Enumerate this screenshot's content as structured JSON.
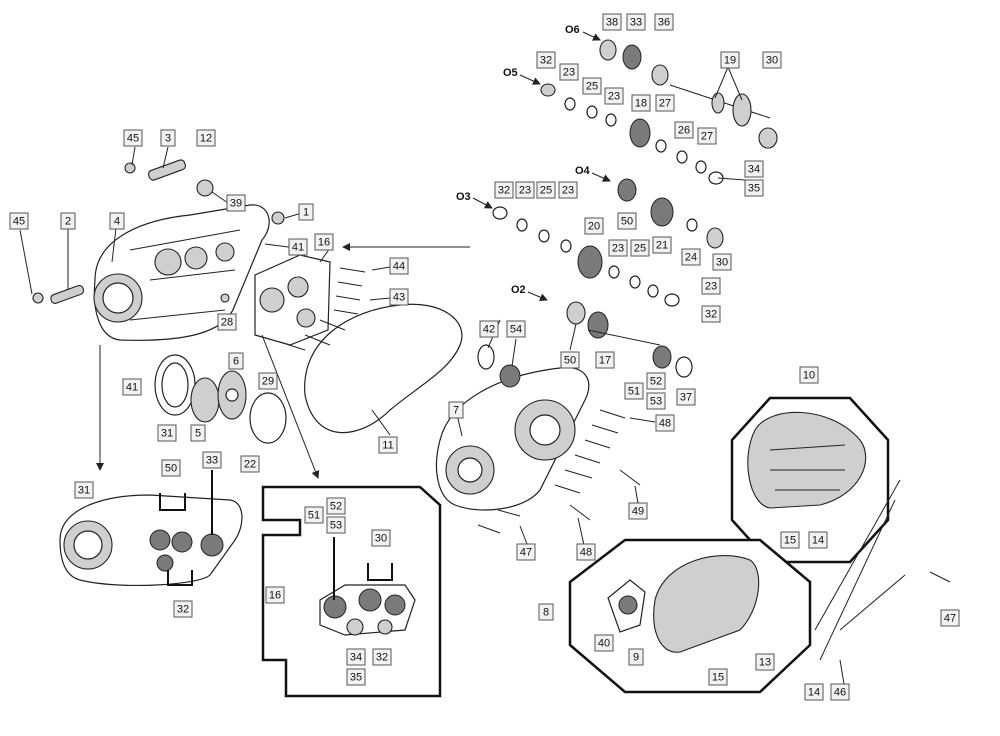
{
  "part_labels": [
    {
      "id": "p38",
      "text": "38"
    },
    {
      "id": "p33a",
      "text": "33"
    },
    {
      "id": "p36",
      "text": "36"
    },
    {
      "id": "p32a",
      "text": "32"
    },
    {
      "id": "p23a",
      "text": "23"
    },
    {
      "id": "p25a",
      "text": "25"
    },
    {
      "id": "p23b",
      "text": "23"
    },
    {
      "id": "p19",
      "text": "19"
    },
    {
      "id": "p30a",
      "text": "30"
    },
    {
      "id": "p18",
      "text": "18"
    },
    {
      "id": "p27a",
      "text": "27"
    },
    {
      "id": "p26",
      "text": "26"
    },
    {
      "id": "p27b",
      "text": "27"
    },
    {
      "id": "p34a",
      "text": "34"
    },
    {
      "id": "p35a",
      "text": "35"
    },
    {
      "id": "p45a",
      "text": "45"
    },
    {
      "id": "p3",
      "text": "3"
    },
    {
      "id": "p12",
      "text": "12"
    },
    {
      "id": "p39",
      "text": "39"
    },
    {
      "id": "p1",
      "text": "1"
    },
    {
      "id": "p45b",
      "text": "45"
    },
    {
      "id": "p2",
      "text": "2"
    },
    {
      "id": "p4",
      "text": "4"
    },
    {
      "id": "p41a",
      "text": "41"
    },
    {
      "id": "p16a",
      "text": "16"
    },
    {
      "id": "p44",
      "text": "44"
    },
    {
      "id": "p43",
      "text": "43"
    },
    {
      "id": "p28",
      "text": "28"
    },
    {
      "id": "p32b",
      "text": "32"
    },
    {
      "id": "p23c",
      "text": "23"
    },
    {
      "id": "p25b",
      "text": "25"
    },
    {
      "id": "p23d",
      "text": "23"
    },
    {
      "id": "p50a",
      "text": "50"
    },
    {
      "id": "p21",
      "text": "21"
    },
    {
      "id": "p20",
      "text": "20"
    },
    {
      "id": "p23e",
      "text": "23"
    },
    {
      "id": "p25c",
      "text": "25"
    },
    {
      "id": "p24",
      "text": "24"
    },
    {
      "id": "p30b",
      "text": "30"
    },
    {
      "id": "p23f",
      "text": "23"
    },
    {
      "id": "p32c",
      "text": "32"
    },
    {
      "id": "p42",
      "text": "42"
    },
    {
      "id": "p54",
      "text": "54"
    },
    {
      "id": "p50b",
      "text": "50"
    },
    {
      "id": "p17",
      "text": "17"
    },
    {
      "id": "p51a",
      "text": "51"
    },
    {
      "id": "p52a",
      "text": "52"
    },
    {
      "id": "p53a",
      "text": "53"
    },
    {
      "id": "p37",
      "text": "37"
    },
    {
      "id": "p41b",
      "text": "41"
    },
    {
      "id": "p6",
      "text": "6"
    },
    {
      "id": "p29",
      "text": "29"
    },
    {
      "id": "p31a",
      "text": "31"
    },
    {
      "id": "p5",
      "text": "5"
    },
    {
      "id": "p22",
      "text": "22"
    },
    {
      "id": "p11",
      "text": "11"
    },
    {
      "id": "p7",
      "text": "7"
    },
    {
      "id": "p48a",
      "text": "48"
    },
    {
      "id": "p10",
      "text": "10"
    },
    {
      "id": "p50c",
      "text": "50"
    },
    {
      "id": "p33b",
      "text": "33"
    },
    {
      "id": "p31b",
      "text": "31"
    },
    {
      "id": "p32d",
      "text": "32"
    },
    {
      "id": "p52b",
      "text": "52"
    },
    {
      "id": "p51b",
      "text": "51"
    },
    {
      "id": "p53b",
      "text": "53"
    },
    {
      "id": "p30c",
      "text": "30"
    },
    {
      "id": "p16b",
      "text": "16"
    },
    {
      "id": "p34b",
      "text": "34"
    },
    {
      "id": "p32e",
      "text": "32"
    },
    {
      "id": "p35b",
      "text": "35"
    },
    {
      "id": "p49",
      "text": "49"
    },
    {
      "id": "p47a",
      "text": "47"
    },
    {
      "id": "p48b",
      "text": "48"
    },
    {
      "id": "p15a",
      "text": "15"
    },
    {
      "id": "p14a",
      "text": "14"
    },
    {
      "id": "p8",
      "text": "8"
    },
    {
      "id": "p40",
      "text": "40"
    },
    {
      "id": "p9",
      "text": "9"
    },
    {
      "id": "p13",
      "text": "13"
    },
    {
      "id": "p15b",
      "text": "15"
    },
    {
      "id": "p47b",
      "text": "47"
    },
    {
      "id": "p14b",
      "text": "14"
    },
    {
      "id": "p46",
      "text": "46"
    }
  ],
  "orientation_labels": [
    {
      "id": "o6",
      "text": "O6"
    },
    {
      "id": "o5",
      "text": "O5"
    },
    {
      "id": "o4",
      "text": "O4"
    },
    {
      "id": "o3",
      "text": "O3"
    },
    {
      "id": "o2",
      "text": "O2"
    }
  ]
}
